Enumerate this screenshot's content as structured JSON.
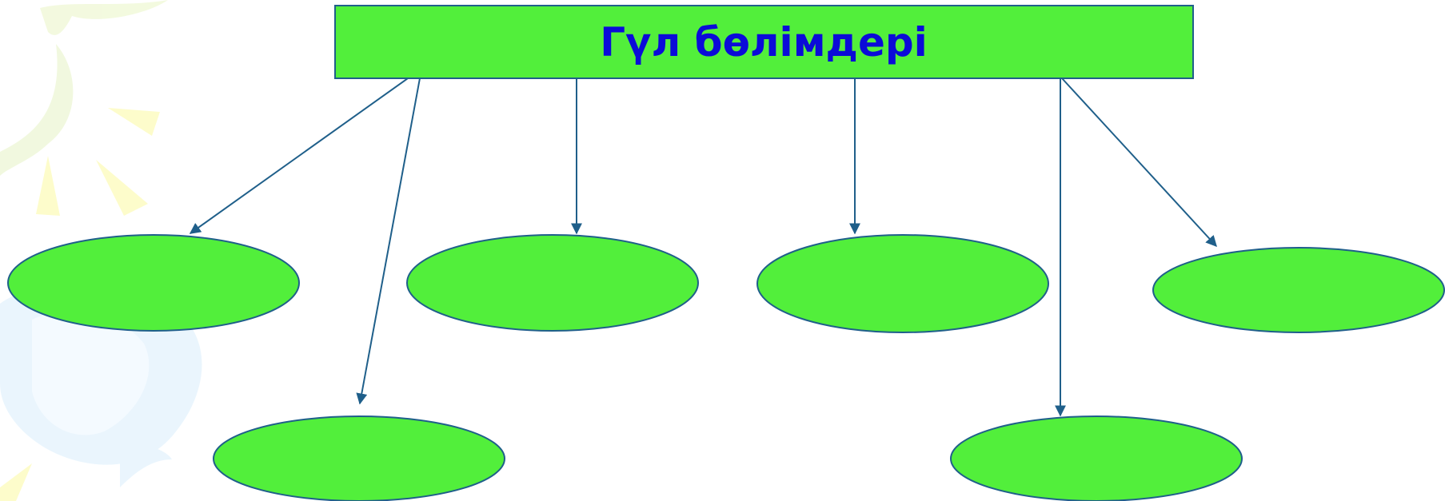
{
  "diagram": {
    "title": "Гүл бөлімдері",
    "colors": {
      "box_fill": "#52ef3b",
      "box_stroke": "#1f5f8a",
      "title_text": "#0b0bd8",
      "arrow": "#1f5f8a",
      "ellipse_fill": "#52ef3b",
      "ellipse_stroke": "#1f5f8a"
    },
    "nodes": [
      {
        "id": "node-1",
        "label": ""
      },
      {
        "id": "node-2",
        "label": ""
      },
      {
        "id": "node-3",
        "label": ""
      },
      {
        "id": "node-4",
        "label": ""
      },
      {
        "id": "node-5",
        "label": ""
      },
      {
        "id": "node-6",
        "label": ""
      }
    ]
  }
}
